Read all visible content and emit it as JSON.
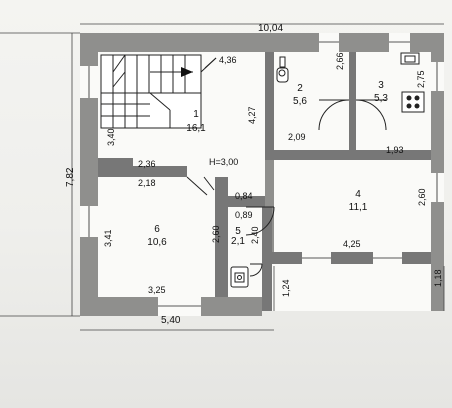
{
  "dimensions": {
    "top_width": "10,04",
    "bottom_width": "5,40",
    "left_height": "7,82",
    "stair_width": "4,36",
    "stair_height": "3,40",
    "room1_vertical": "4,27",
    "room2_bottom": "2,09",
    "room2_right": "2,66",
    "room3_right": "2,75",
    "room3_bottom": "1,93",
    "room6_top_a": "2,36",
    "room6_top_b": "2,18",
    "room6_left": "3,41",
    "room6_bottom": "3,25",
    "room5_top": "0,89",
    "room5_left": "2,60",
    "room5_right": "2,40",
    "hall_small": "0,84",
    "room4_right": "2,60",
    "room4_bottom": "4,25",
    "right_lower": "1,18",
    "bottom_mid": "1,24"
  },
  "ceiling_height": "H=3,00",
  "rooms": [
    {
      "number": "1",
      "area": "16,1"
    },
    {
      "number": "2",
      "area": "5,6"
    },
    {
      "number": "3",
      "area": "5,3"
    },
    {
      "number": "4",
      "area": "11,1"
    },
    {
      "number": "5",
      "area": "2,1"
    },
    {
      "number": "6",
      "area": "10,6"
    }
  ],
  "icons": {
    "stair_arrow": "arrow-right-icon",
    "toilet": "toilet-icon",
    "sink": "sink-icon",
    "stove": "stove-icon",
    "washbasin": "washbasin-icon"
  }
}
